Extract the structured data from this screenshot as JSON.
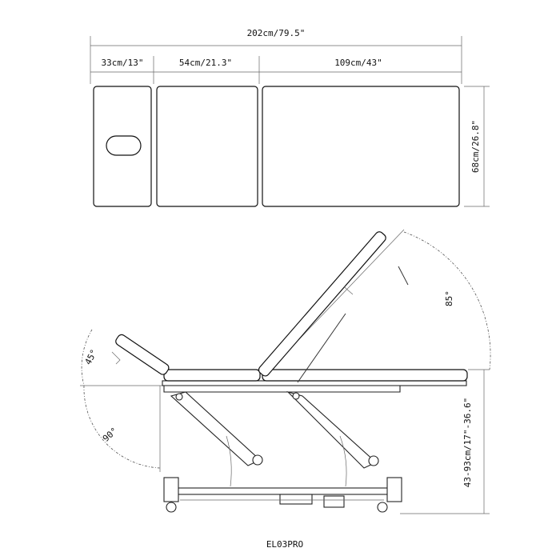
{
  "top_view": {
    "overall_length": "202cm/79.5\"",
    "head_length": "33cm/13\"",
    "middle_length": "54cm/21.3\"",
    "foot_length": "109cm/43\"",
    "width": "68cm/26.8\""
  },
  "side_view": {
    "back_angle": "85°",
    "head_up_angle": "45°",
    "head_down_angle": "90°",
    "height_range": "43-93cm/17\"-36.6\""
  },
  "model": "EL03PRO"
}
